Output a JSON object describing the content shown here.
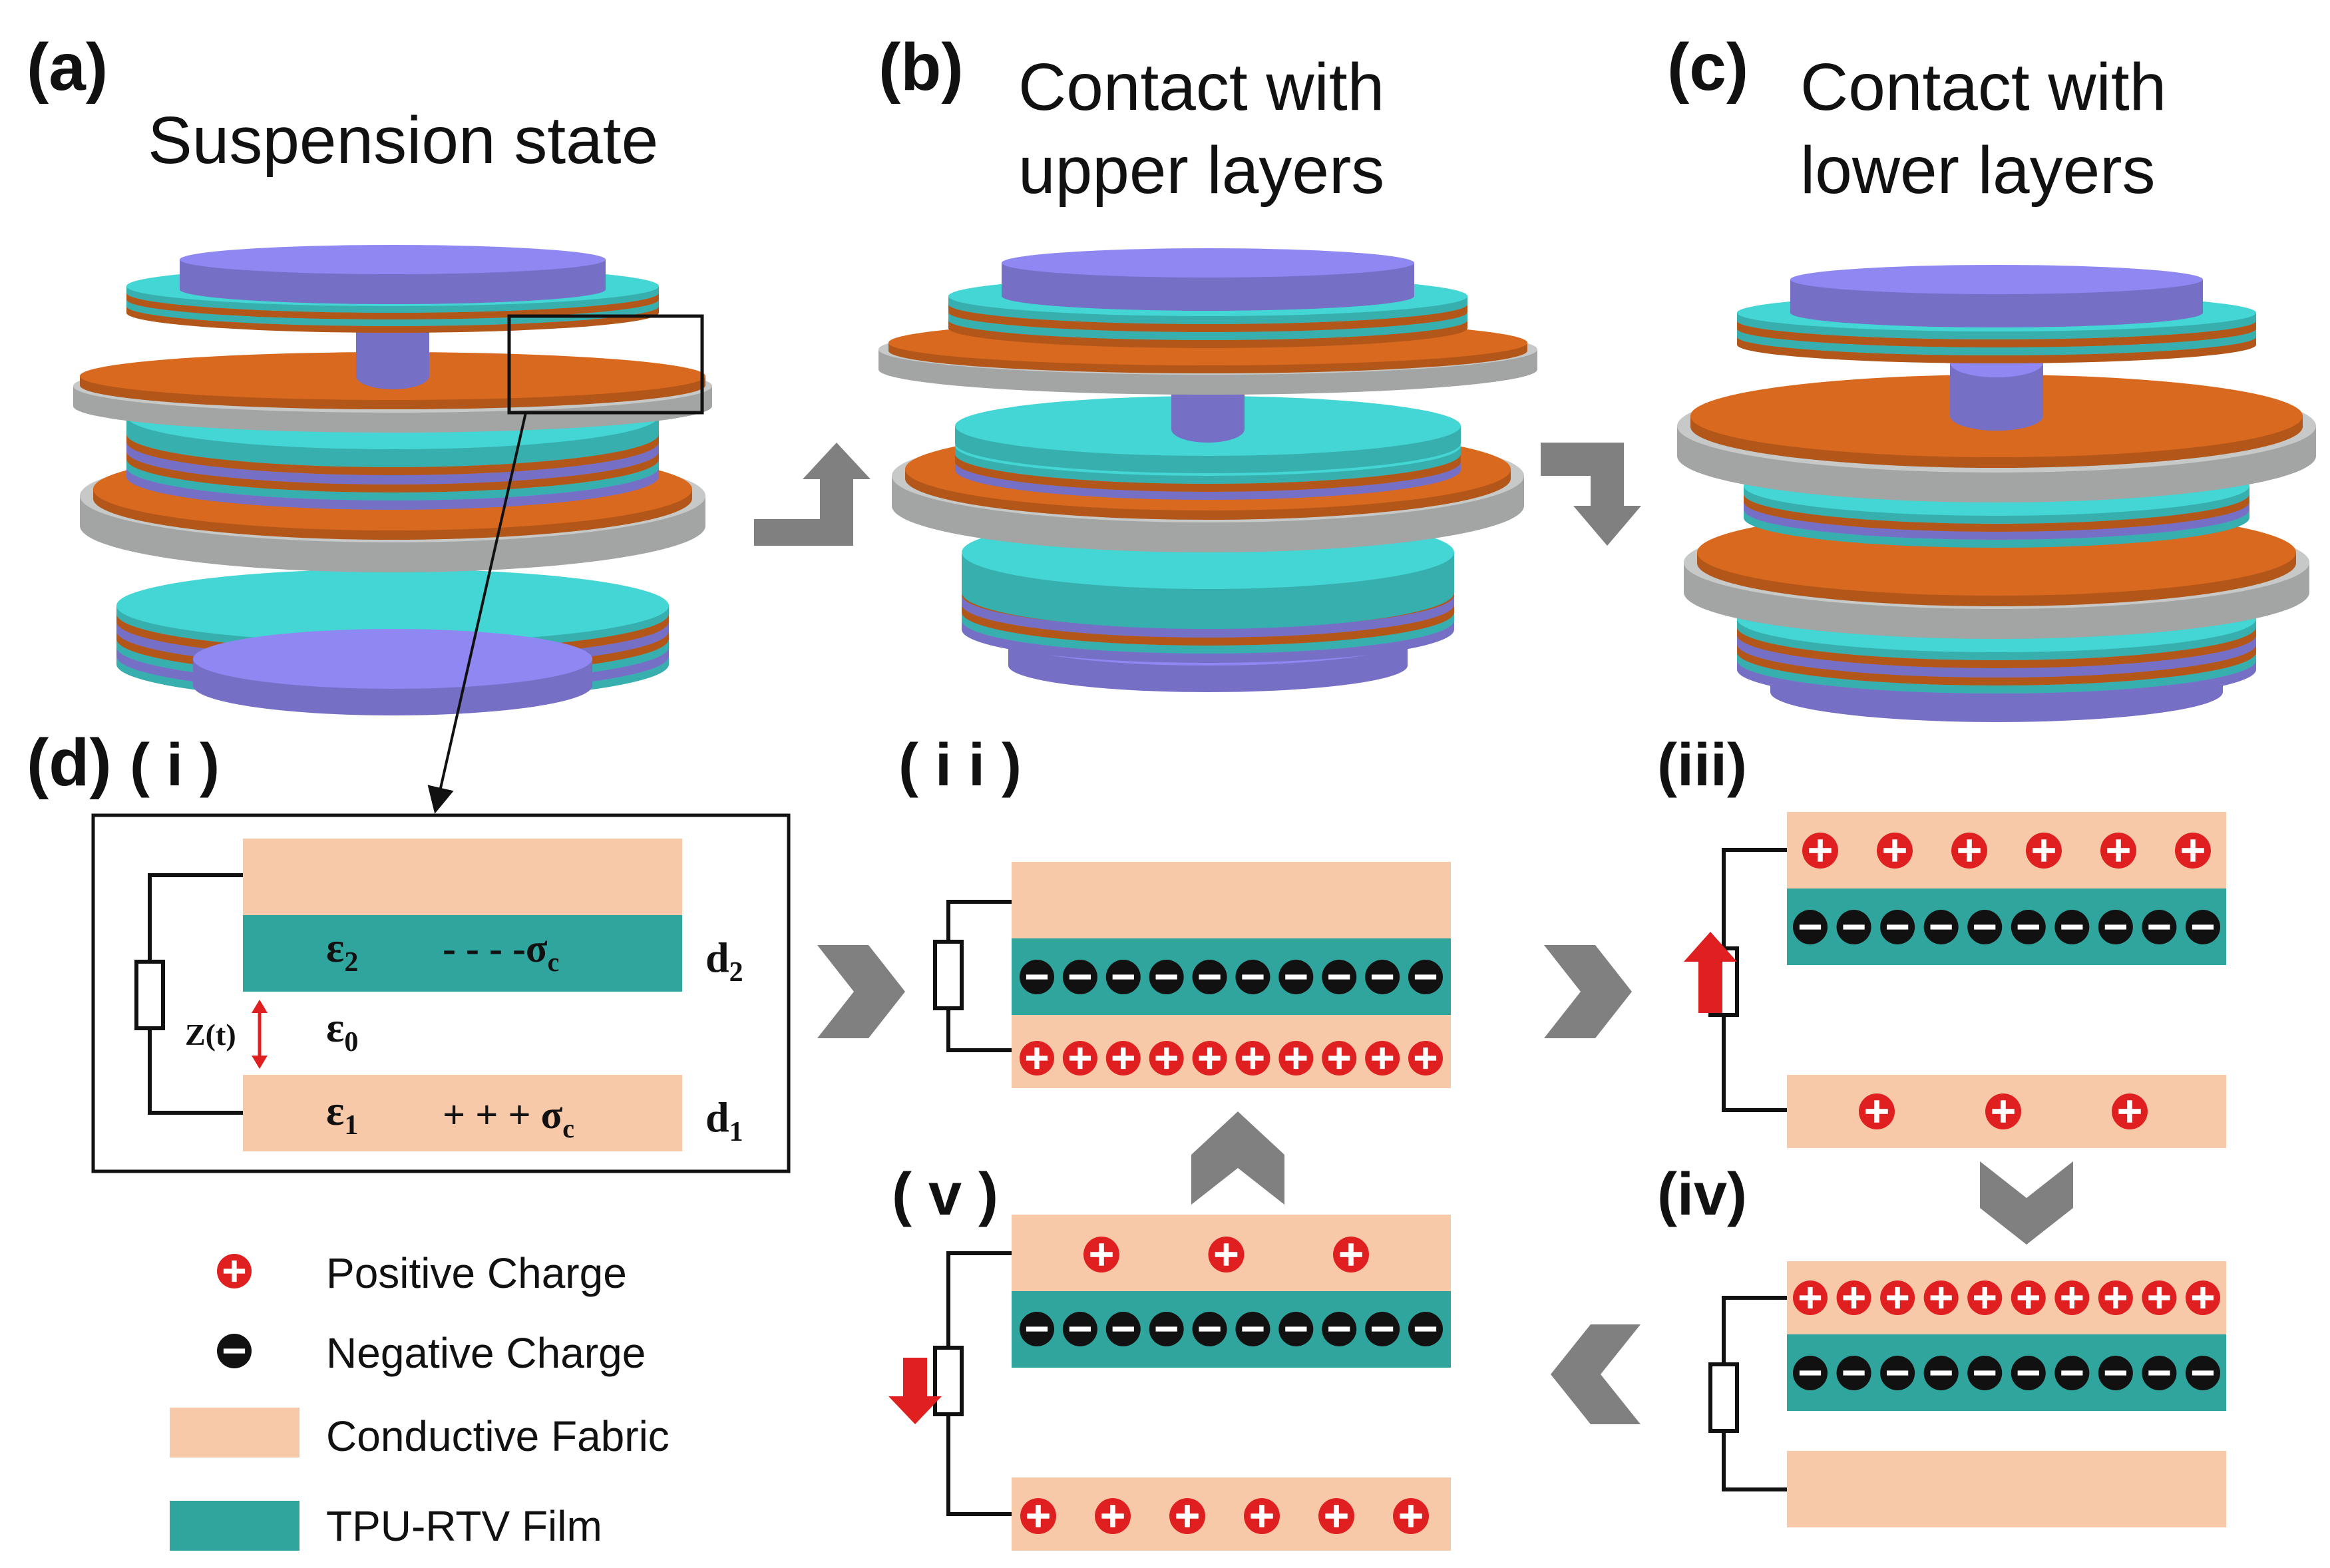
{
  "panels": {
    "a": {
      "label": "(a)",
      "title": "Suspension state"
    },
    "b": {
      "label": "(b)",
      "title_line1": "Contact with",
      "title_line2": "upper layers"
    },
    "c": {
      "label": "(c)",
      "title_line1": "Contact with",
      "title_line2": "lower layers"
    },
    "d": {
      "label": "(d)"
    }
  },
  "steps": {
    "i": "( i )",
    "ii": "( i i )",
    "iii": "(iii)",
    "iv": "(iv)",
    "v": "( v )"
  },
  "model": {
    "eps2": "ε",
    "eps2_sub": "2",
    "neg_charge": "- - - -σ",
    "neg_charge_sub": "c",
    "d2": "d",
    "d2_sub": "2",
    "z": "Z(t)",
    "eps0": "ε",
    "eps0_sub": "0",
    "eps1": "ε",
    "eps1_sub": "1",
    "pos_charge": "+ + +  σ",
    "pos_charge_sub": "c",
    "d1": "d",
    "d1_sub": "1"
  },
  "legend": {
    "positive": "Positive Charge",
    "negative": "Negative Charge",
    "fabric": "Conductive Fabric",
    "film": "TPU-RTV Film"
  },
  "colors": {
    "fabric": "#f7c9a8",
    "film": "#2fa59e",
    "purple": "#8f87f2",
    "cyan": "#43d6d4",
    "orange": "#d9691e",
    "gray": "#c6c9c7",
    "arrow_gray": "#808080",
    "charge_red": "#e02020",
    "charge_black": "#111111"
  }
}
